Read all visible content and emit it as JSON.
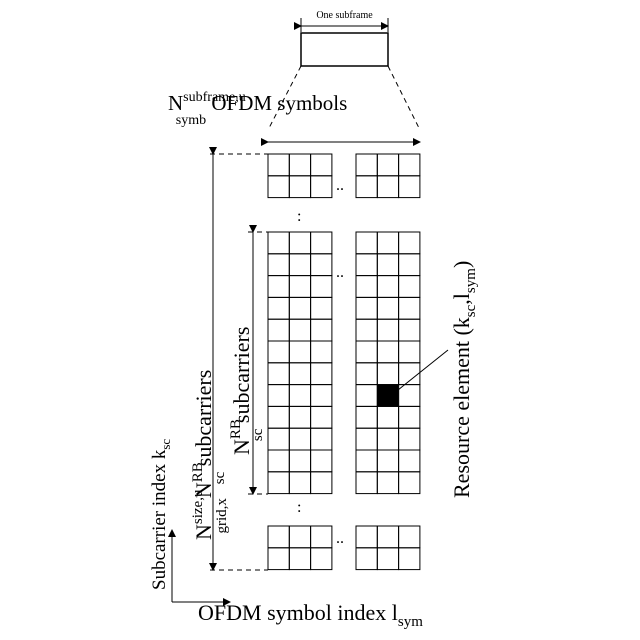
{
  "labels": {
    "one_subframe": "One subframe",
    "symbols_top": {
      "n": "N",
      "sup": "subframe,u",
      "sub": "symb",
      "rest": " OFDM symbols"
    },
    "total_subcarriers": {
      "n": "N",
      "sup1": "size,u",
      "sub1": "grid,x",
      "n2": "N",
      "sup2": "RB",
      "sub2": "sc",
      "rest": " subcarriers"
    },
    "rb_subcarriers": {
      "n": "N",
      "sup": "RB",
      "sub": "sc",
      "rest": " subcarriers"
    },
    "resource_element": {
      "text": "Resource element (k",
      "sub1": "sc",
      "comma": ",l",
      "sub2": "sym",
      "close": ")"
    },
    "y_axis": {
      "text": "Subcarrier index k",
      "sub": "sc"
    },
    "x_axis": {
      "text": "OFDM symbol index l",
      "sub": "sym"
    },
    "ellipsis_h": "..",
    "ellipsis_v": ":"
  }
}
